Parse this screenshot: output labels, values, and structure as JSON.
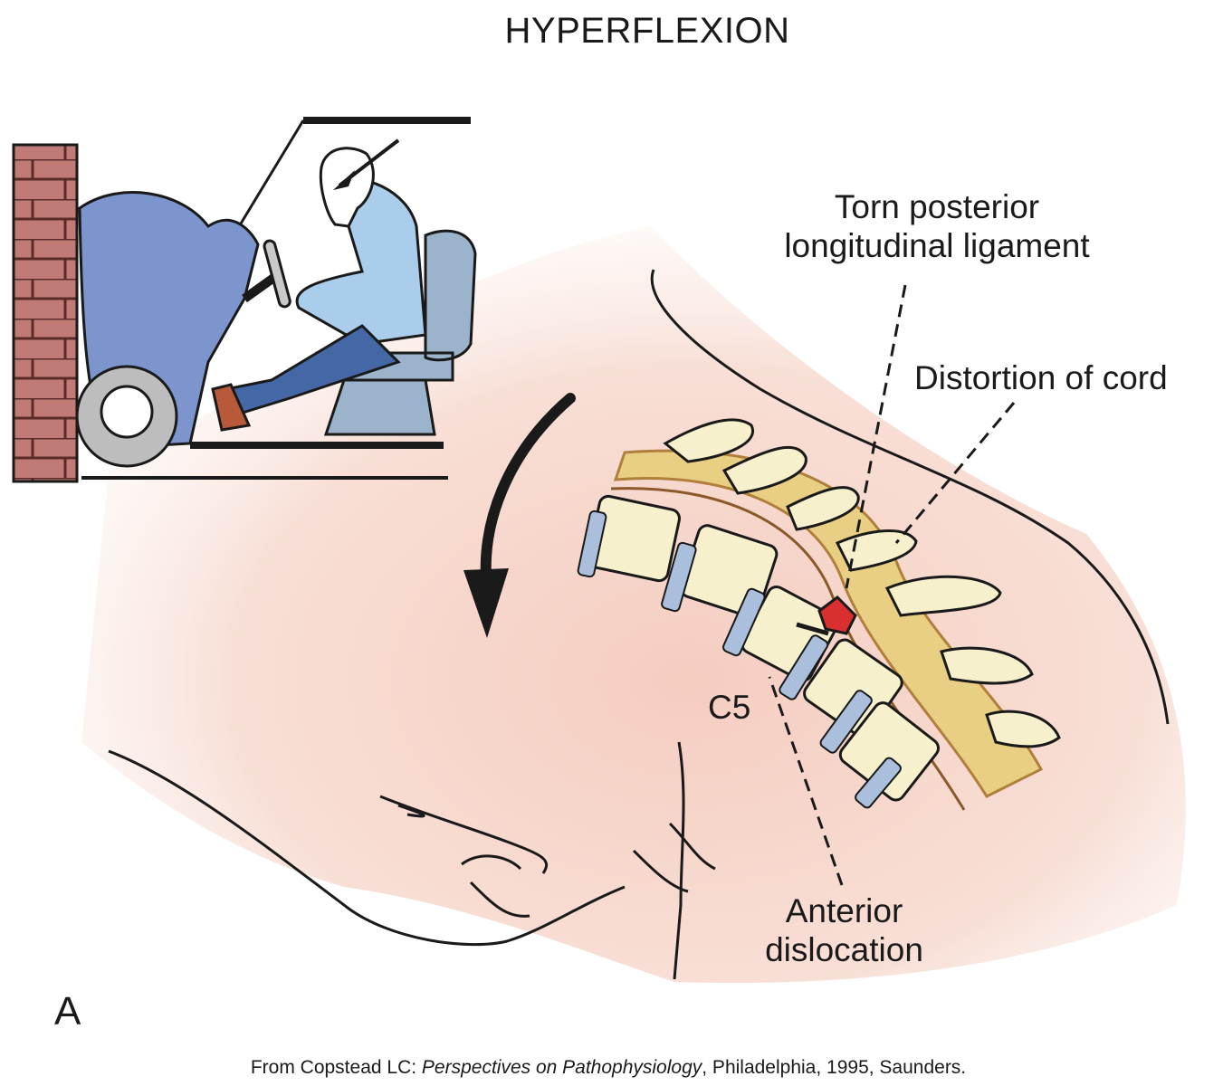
{
  "title": "HYPERFLEXION",
  "panel_letter": "A",
  "labels": {
    "torn_ligament_line1": "Torn posterior",
    "torn_ligament_line2": "longitudinal ligament",
    "distortion": "Distortion of cord",
    "c5": "C5",
    "anterior_line1": "Anterior",
    "anterior_line2": "dislocation"
  },
  "credit": {
    "prefix": "From Copstead LC: ",
    "book": "Perspectives on Pathophysiology",
    "suffix": ", Philadelphia, 1995, Saunders."
  },
  "colors": {
    "skin": "#f7d9cf",
    "cord": "#e9cf84",
    "vertebra": "#f6f0cc",
    "disc": "#a9bfdc",
    "car": "#7c95cc",
    "brick": "#c07b76",
    "shirt": "#a9cdea",
    "seat": "#9cb3cc",
    "injury": "#d9302f"
  }
}
